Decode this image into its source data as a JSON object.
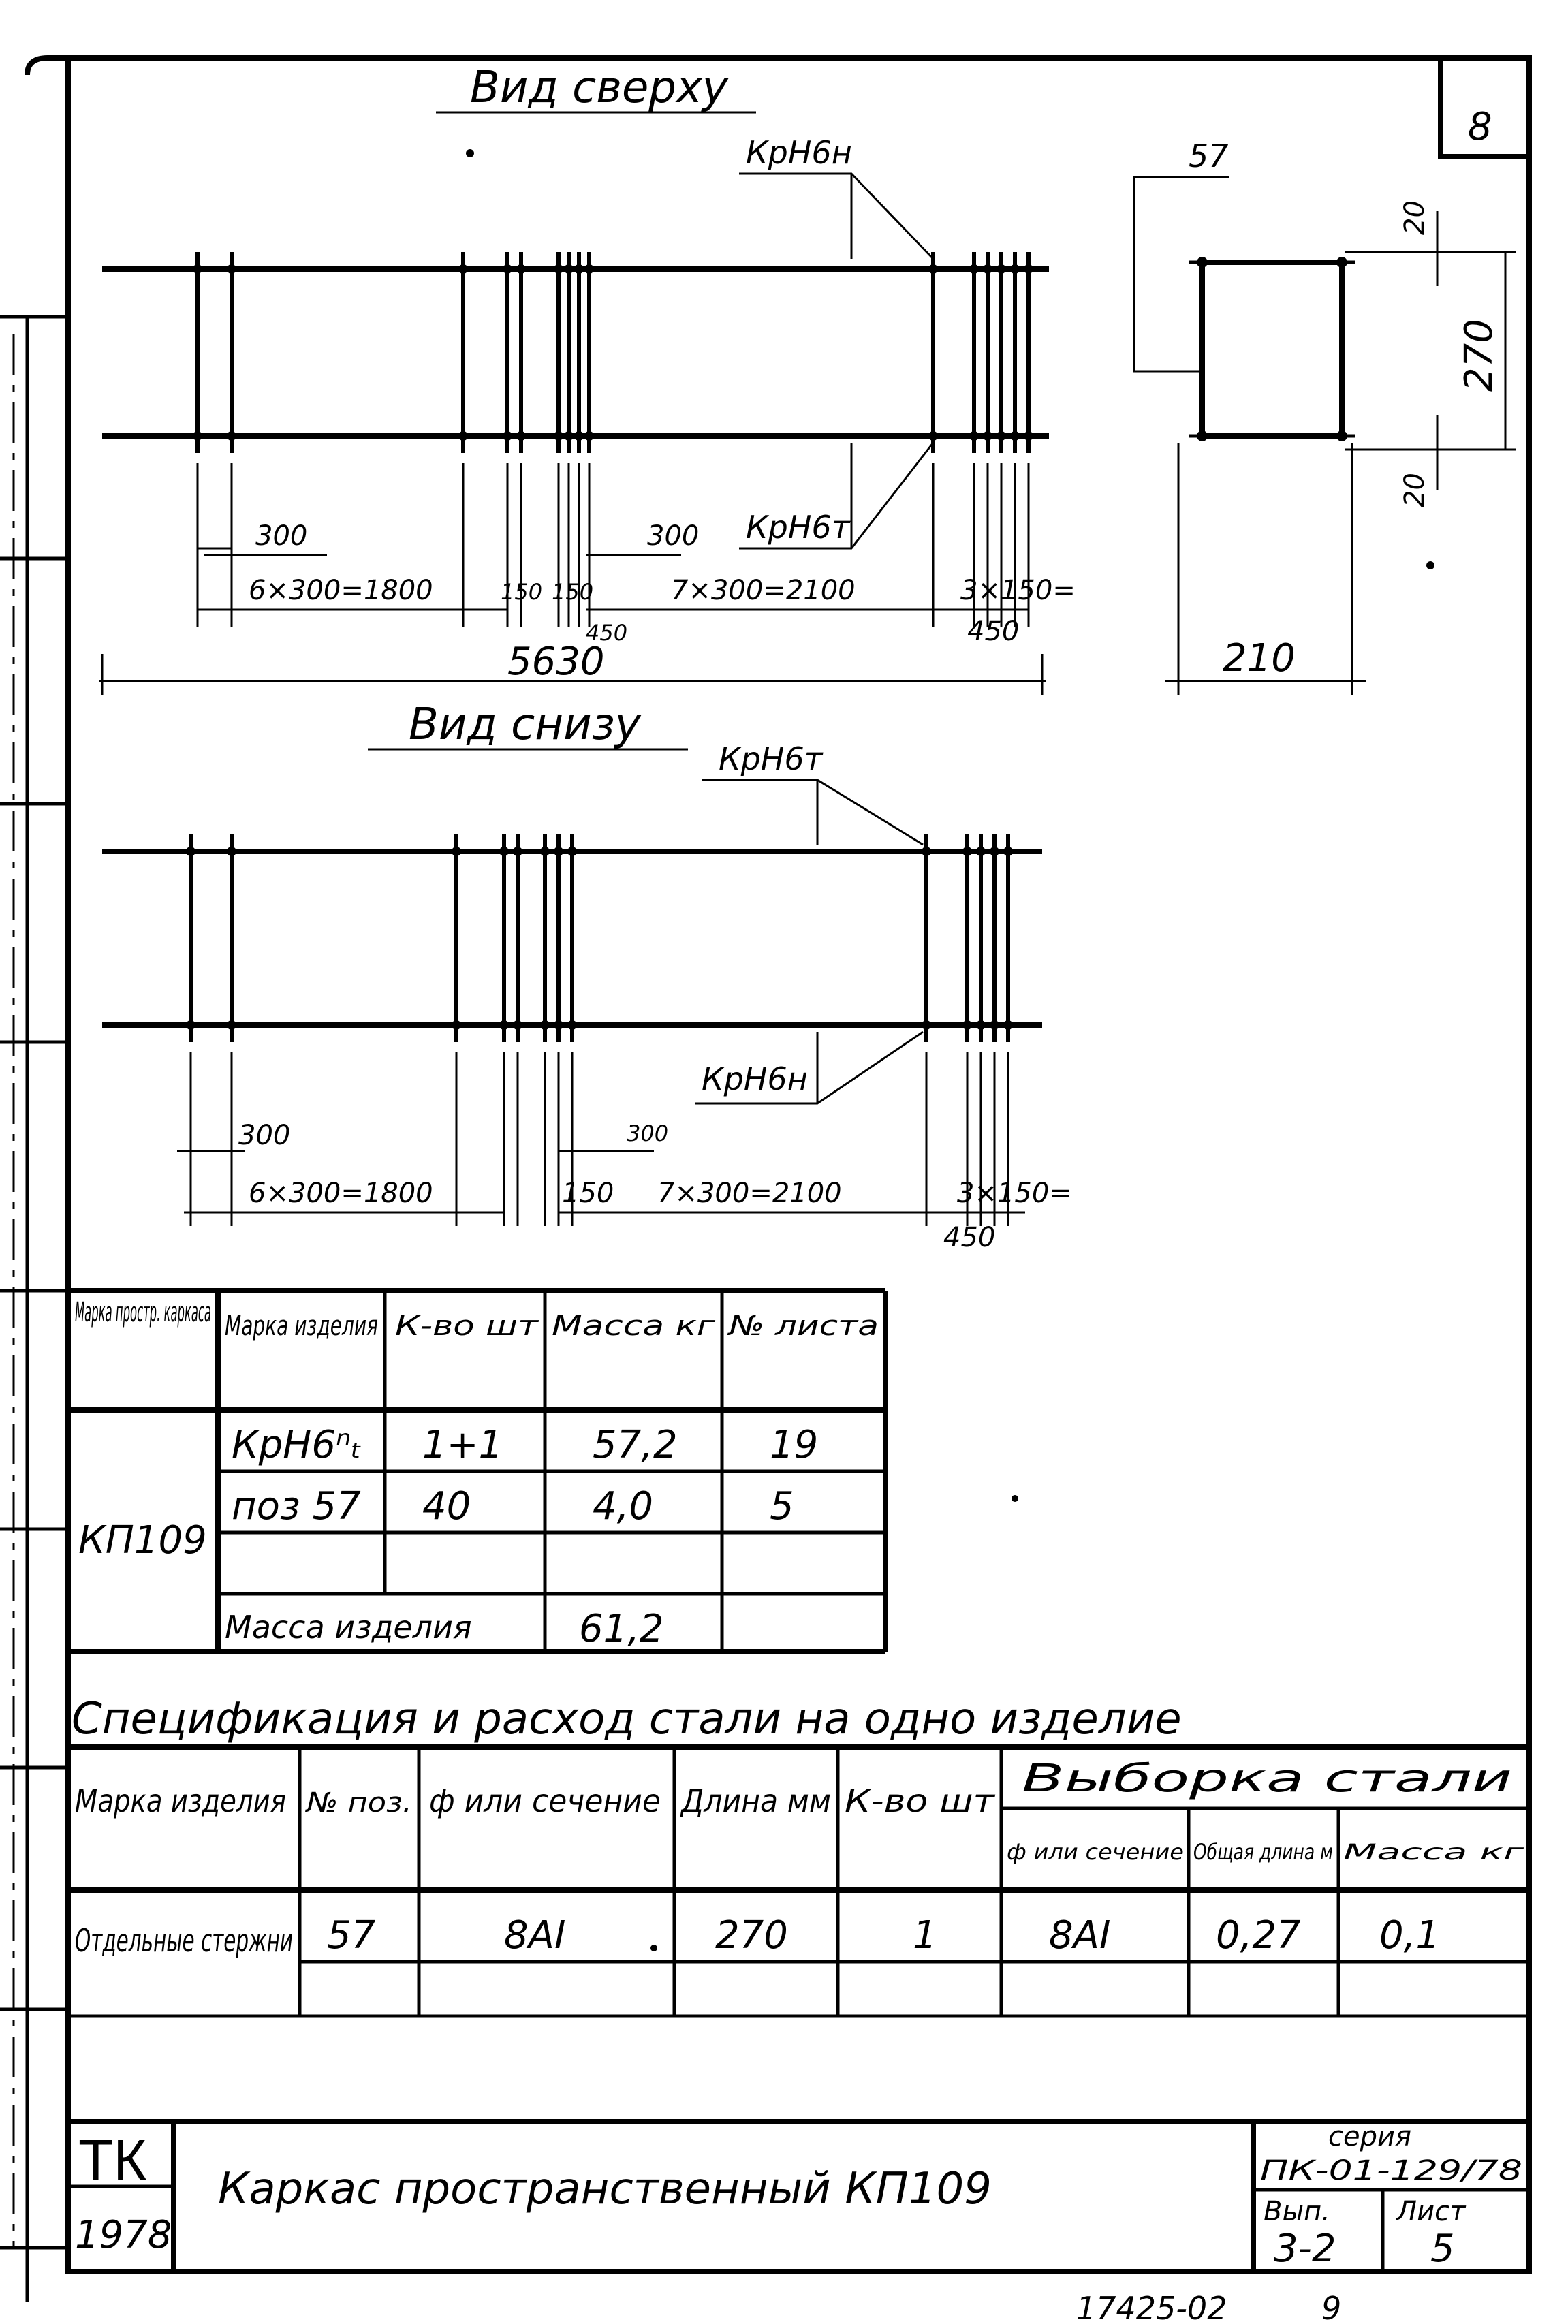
{
  "sheet": {
    "number": "8"
  },
  "top_view": {
    "title": "Вид сверху",
    "label_upper": "КрН6н",
    "label_lower": "КрН6т",
    "dim_step_left": "300",
    "dim_left": "6×300=1800",
    "dim_150a": "150",
    "dim_150b": "150",
    "dim_450": "450",
    "dim_step_mid": "300",
    "dim_mid": "7×300=2100",
    "dim_right": "3×150=",
    "dim_right2": "450",
    "dim_total": "5630"
  },
  "section": {
    "label": "57",
    "dim_20_top": "20",
    "dim_270": "270",
    "dim_20_bottom": "20",
    "dim_210": "210"
  },
  "bottom_view": {
    "title": "Вид снизу",
    "label_upper": "КрН6т",
    "label_lower": "КрН6н",
    "dim_step_left": "300",
    "dim_left": "6×300=1800",
    "dim_150": "150",
    "dim_step_mid": "300",
    "dim_mid": "7×300=2100",
    "dim_right": "3×150=",
    "dim_right2": "450"
  },
  "mark_table": {
    "headers": [
      "Марка простр. каркаса",
      "Марка изделия",
      "К-во шт",
      "Масса кг",
      "№ листа"
    ],
    "frame_mark": "КП109",
    "rows": [
      {
        "item": "КрН6ⁿₜ",
        "qty": "1+1",
        "mass": "57,2",
        "sheet": "19"
      },
      {
        "item": "поз 57",
        "qty": "40",
        "mass": "4,0",
        "sheet": "5"
      },
      {
        "item": "",
        "qty": "",
        "mass": "",
        "sheet": ""
      }
    ],
    "total_label": "Масса изделия",
    "total_value": "61,2"
  },
  "spec": {
    "title": "Спецификация и расход стали на одно изделие",
    "headers": {
      "mark": "Марка изделия",
      "pos": "№ поз.",
      "section": "ф или сечение",
      "length": "Длина мм",
      "qty": "К-во шт",
      "selection": "Выборка стали",
      "sel_section": "ф или сечение",
      "sel_length": "Общая длина м",
      "sel_mass": "Масса кг"
    },
    "row": {
      "mark": "Отдельные стержни",
      "pos": "57",
      "section": "8АI",
      "length": "270",
      "qty": "1",
      "sel_section": "8АI",
      "sel_length": "0,27",
      "sel_mass": "0,1"
    }
  },
  "title_block": {
    "org": "ТК",
    "year": "1978",
    "title": "Каркас пространственный КП109",
    "series_label": "серия",
    "series": "ПК-01-129/78",
    "issue_label": "Вып.",
    "issue": "3-2",
    "sheet_label": "Лист",
    "sheet": "5"
  },
  "footer": {
    "code": "17425-02",
    "page": "9"
  }
}
